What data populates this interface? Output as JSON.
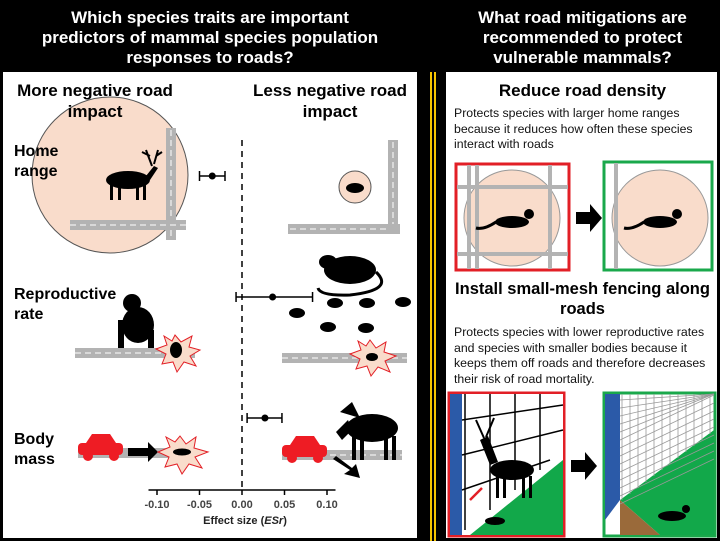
{
  "left_panel": {
    "header": "Which species traits are important predictors of mammal species population responses to roads?",
    "col_negative": "More negative road impact",
    "col_less_negative": "Less negative road impact",
    "rows": [
      "Home range",
      "Reproductive rate",
      "Body mass"
    ]
  },
  "forest_plot": {
    "xlabel_prefix": "Effect size (",
    "xlabel_italic": "ESr",
    "xlabel_suffix": ")",
    "xlim": [
      -0.11,
      0.11
    ],
    "ticks": [
      "-0.10",
      "-0.05",
      "0.00",
      "0.05",
      "0.10"
    ],
    "tick_values": [
      -0.1,
      -0.05,
      0.0,
      0.05,
      0.1
    ],
    "points": [
      {
        "trait": "Home range",
        "estimate": -0.035,
        "lower": -0.05,
        "upper": -0.02
      },
      {
        "trait": "Reproductive rate",
        "estimate": 0.036,
        "lower": -0.007,
        "upper": 0.083
      },
      {
        "trait": "Body mass",
        "estimate": 0.027,
        "lower": 0.006,
        "upper": 0.047
      }
    ]
  },
  "right_panel": {
    "header": "What road mitigations are recommended to protect vulnerable mammals?",
    "section1_title": "Reduce road density",
    "section1_text": "Protects species with larger home ranges because it reduces how often these species interact with roads",
    "section2_title": "Install small-mesh fencing along roads",
    "section2_text": "Protects species with lower reproductive rates and species with smaller bodies because it keeps them off roads and therefore decreases their risk of road mortality."
  },
  "colors": {
    "range_fill": "#f9dccb",
    "road": "#b3b3b3",
    "bad": "#e21f26",
    "good": "#1aa84b",
    "car": "#ee1c24",
    "grass": "#12a84a",
    "median": "#f5c400"
  }
}
